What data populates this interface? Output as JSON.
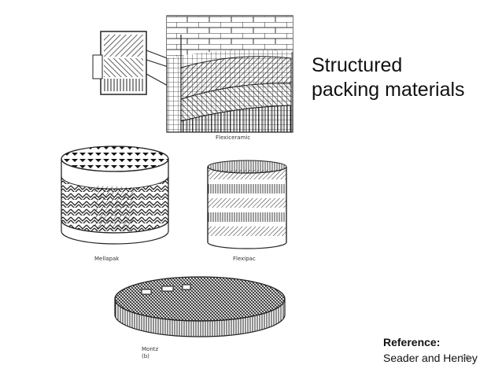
{
  "slide": {
    "title_line1": "Structured",
    "title_line2": "packing materials",
    "reference_label": "Reference:",
    "reference_source": "Seader and Henley",
    "slide_number": "20"
  },
  "figures": {
    "flexiceramic_caption": "Flexiceramic",
    "mellapak_caption": "Mellapak",
    "flexipac_caption": "Flexipac",
    "montz_caption": "Montz",
    "montz_sub": "(b)"
  }
}
